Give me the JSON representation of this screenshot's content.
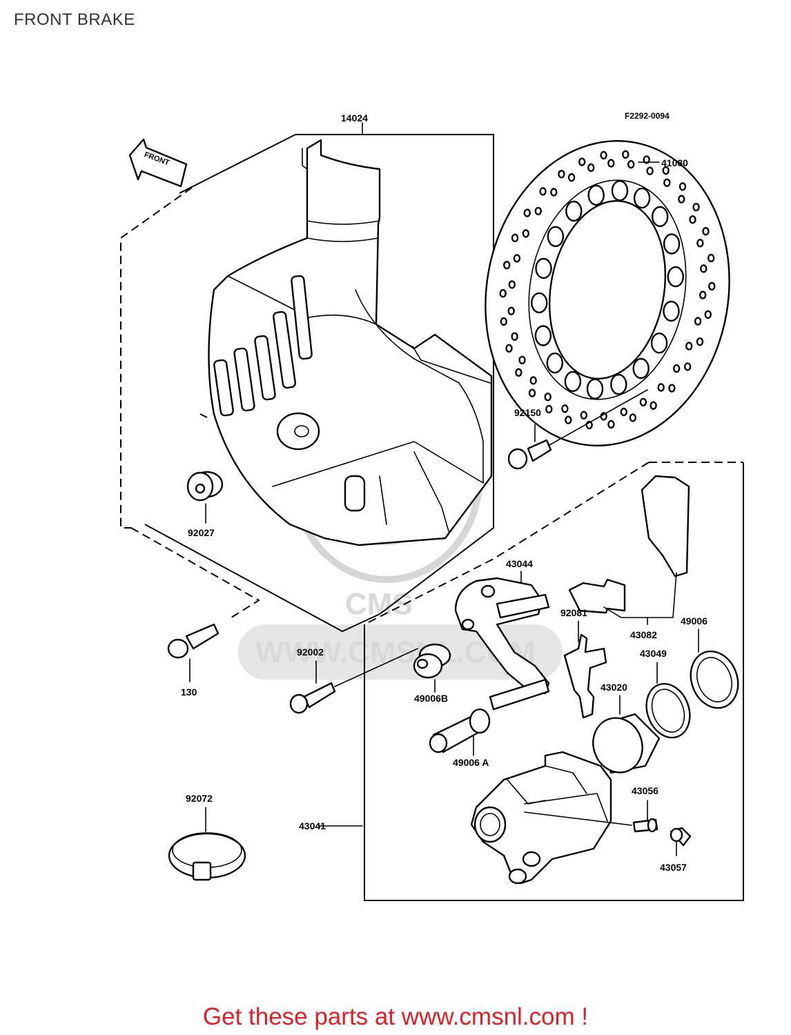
{
  "header": {
    "title": "FRONT BRAKE"
  },
  "diagram": {
    "code": "F2292-0094",
    "front_arrow_text": "FRONT",
    "watermark": {
      "text": "WWW.CMSNL.COM",
      "logo_text": "CMS"
    },
    "parts": [
      {
        "id": "14024"
      },
      {
        "id": "41080"
      },
      {
        "id": "92150"
      },
      {
        "id": "92027"
      },
      {
        "id": "43044"
      },
      {
        "id": "92081"
      },
      {
        "id": "43082"
      },
      {
        "id": "49006"
      },
      {
        "id": "43049"
      },
      {
        "id": "43020"
      },
      {
        "id": "92002"
      },
      {
        "id": "49006B"
      },
      {
        "id": "49006 A"
      },
      {
        "id": "130"
      },
      {
        "id": "92072"
      },
      {
        "id": "43041"
      },
      {
        "id": "43056"
      },
      {
        "id": "43057"
      }
    ]
  },
  "footer": {
    "link_text": "Get these parts at www.cmsnl.com !",
    "link_color": "#e31e24"
  }
}
